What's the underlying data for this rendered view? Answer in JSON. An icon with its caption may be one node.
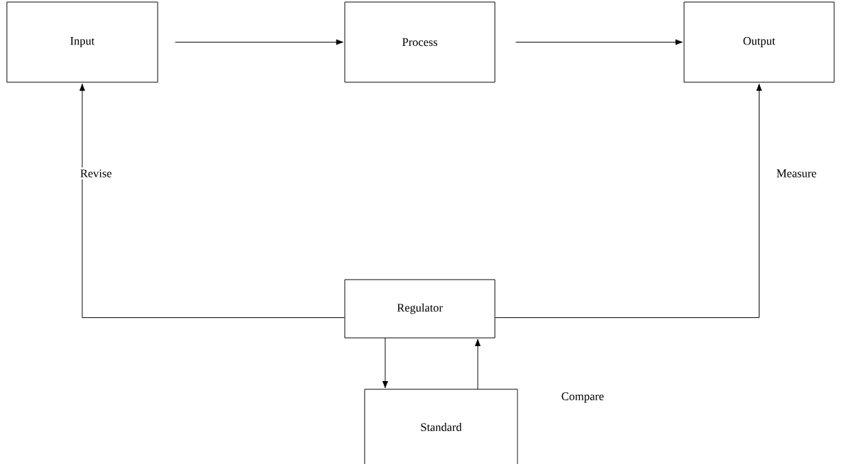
{
  "diagram": {
    "nodes": [
      {
        "text": [
          "Input"
        ]
      },
      {
        "text": [
          "Process"
        ]
      },
      {
        "text": [
          "Output"
        ]
      },
      {
        "text": [
          "Regulator"
        ]
      },
      {
        "text": [
          "Standard"
        ]
      }
    ],
    "edges": [
      {
        "from": 0,
        "to": 1,
        "arrow": "to"
      },
      {
        "from": 1,
        "to": 2,
        "arrow": "to"
      },
      {
        "from": 3,
        "to": 0,
        "arrow": "to",
        "label": "Revise"
      },
      {
        "from": 3,
        "to": 2,
        "arrow": "to",
        "label": "Measure"
      },
      {
        "from": 3,
        "to": 4,
        "arrow": "to"
      },
      {
        "from": 4,
        "to": 3,
        "arrow": "to"
      }
    ],
    "labels": [
      "Compare"
    ]
  }
}
